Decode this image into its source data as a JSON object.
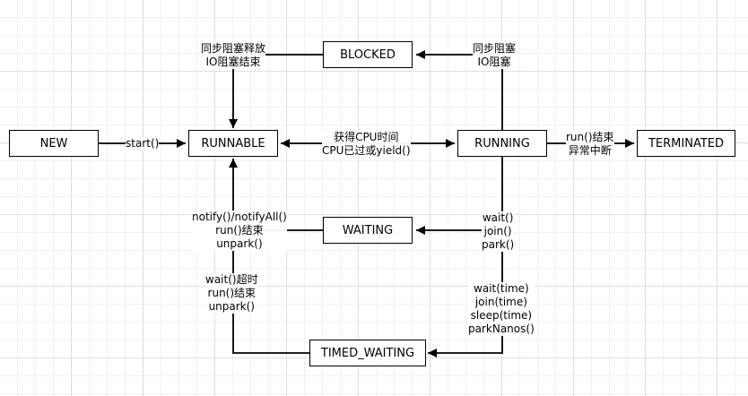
{
  "nodes": {
    "new": "NEW",
    "runnable": "RUNNABLE",
    "running": "RUNNING",
    "terminated": "TERMINATED",
    "blocked": "BLOCKED",
    "waiting": "WAITING",
    "timed_waiting": "TIMED_WAITING"
  },
  "edges": {
    "start": [
      "start()"
    ],
    "schedule": [
      "获得CPU时间",
      "CPU已过或yield()"
    ],
    "terminate": [
      "run()结束",
      "异常中断"
    ],
    "to_blocked": [
      "同步阻塞",
      "IO阻塞"
    ],
    "blocked_release": [
      "同步阻塞释放",
      "IO阻塞结束"
    ],
    "to_waiting": [
      "wait()",
      "join()",
      "park()"
    ],
    "waiting_release": [
      "notify()/notifyAll()",
      "run()结束",
      "unpark()"
    ],
    "to_timed_waiting": [
      "wait(time)",
      "join(time)",
      "sleep(time)",
      "parkNanos()"
    ],
    "timed_waiting_release": [
      "wait()超时",
      "run()结束",
      "unpark()"
    ]
  }
}
